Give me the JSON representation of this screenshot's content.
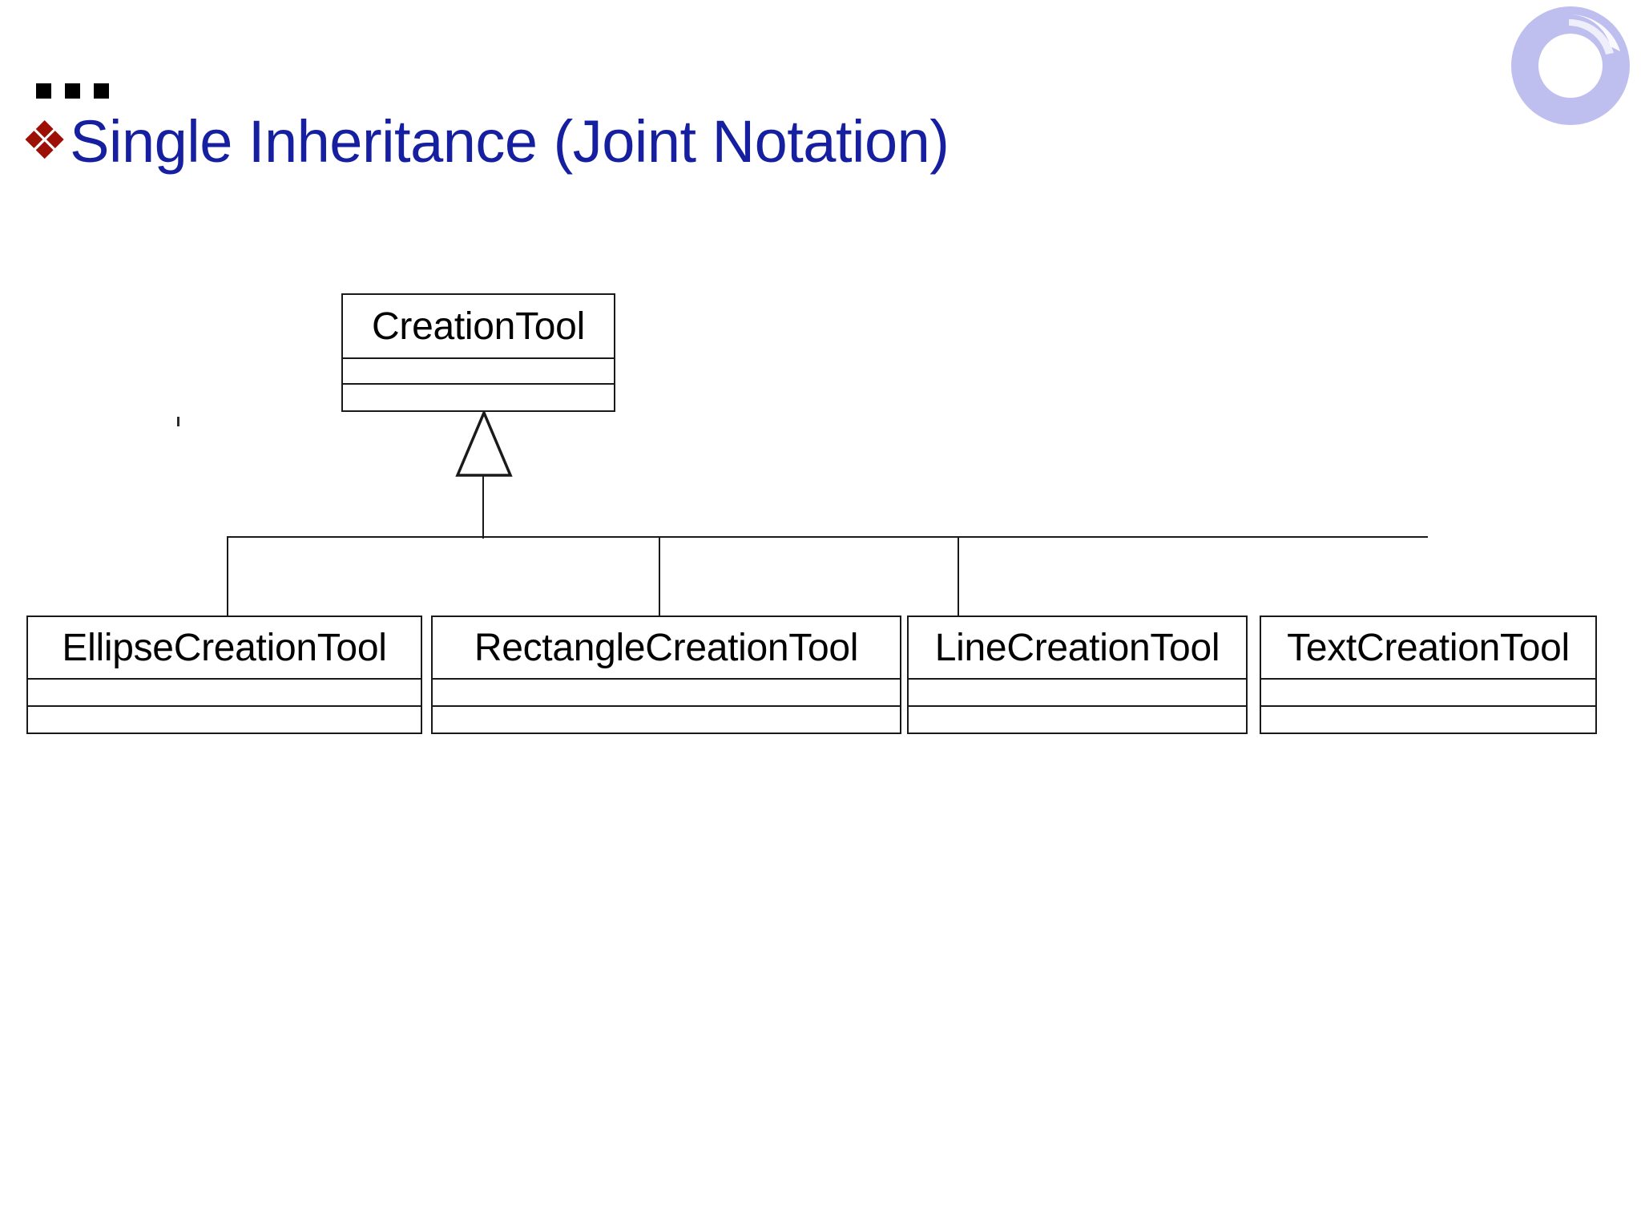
{
  "slide": {
    "continuation_marker": "...",
    "bullet_glyph": "❖",
    "title": "Single Inheritance (Joint Notation)",
    "title_color": "#151FA0",
    "bullet_color": "#9C1006",
    "background_color": "#FFFFFF",
    "logo": {
      "name": "spiral-ring-logo",
      "color": "#BDBDEF"
    }
  },
  "diagram": {
    "type": "uml-class-diagram",
    "relationship": "generalization",
    "notation": "joint (shared arrowhead tree)",
    "line_color": "#1A1A1A",
    "superclass": {
      "name": "CreationTool",
      "compartments": [
        "name",
        "attributes",
        "operations"
      ],
      "attributes": [],
      "operations": []
    },
    "subclasses": [
      {
        "name": "EllipseCreationTool",
        "attributes": [],
        "operations": [],
        "connected_to_bus": true
      },
      {
        "name": "RectangleCreationTool",
        "attributes": [],
        "operations": [],
        "connected_to_bus": true
      },
      {
        "name": "LineCreationTool",
        "attributes": [],
        "operations": [],
        "connected_to_bus": true
      },
      {
        "name": "TextCreationTool",
        "attributes": [],
        "operations": [],
        "connected_to_bus": false
      }
    ]
  }
}
